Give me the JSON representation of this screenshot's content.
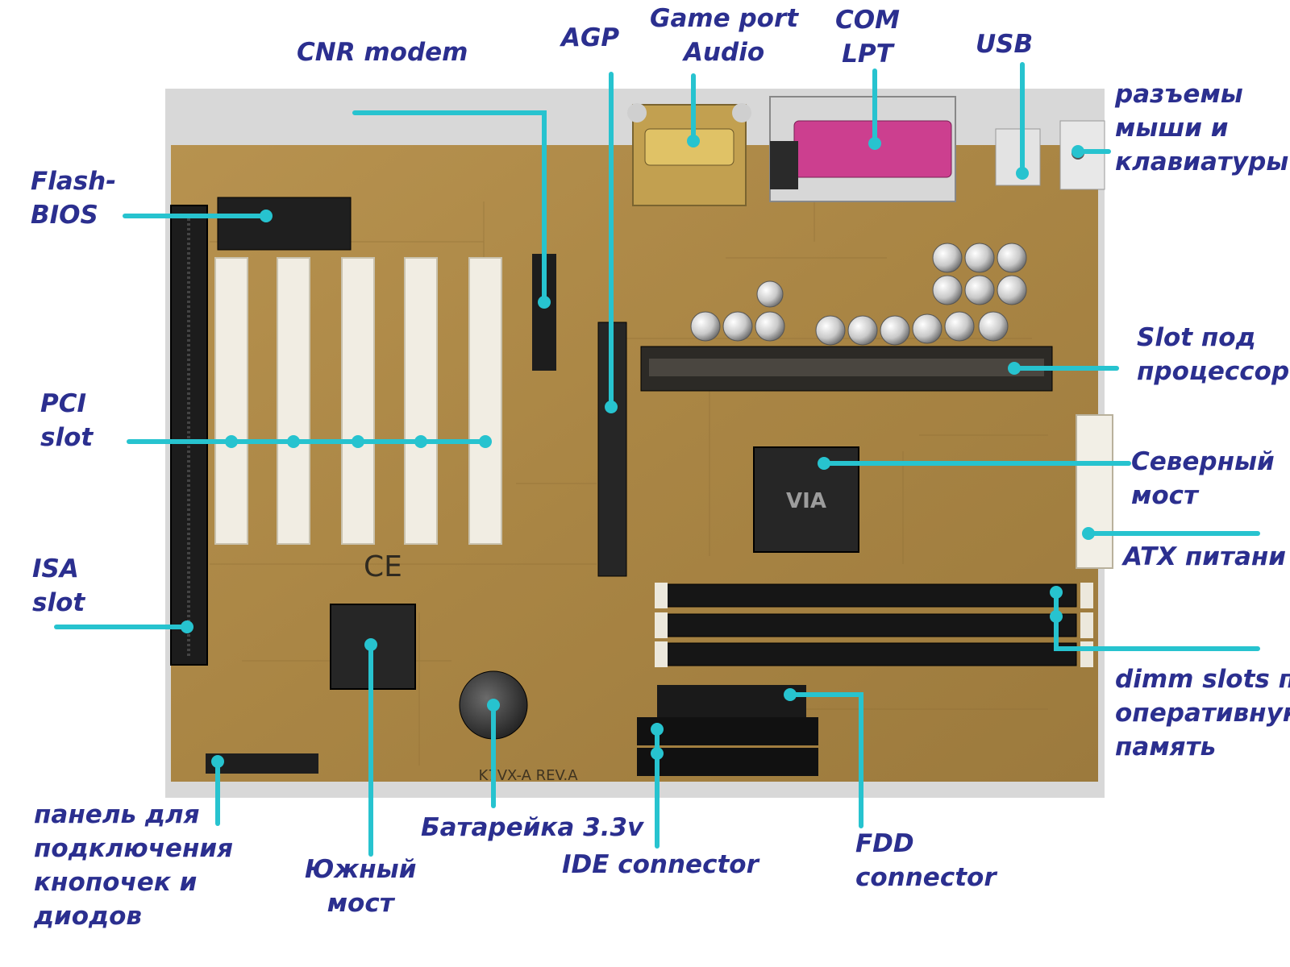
{
  "labels": {
    "cnr_modem": "CNR modem",
    "agp": "AGP",
    "game_port_audio": [
      "Game port",
      "Audio"
    ],
    "com_lpt": [
      "COM",
      "LPT"
    ],
    "usb": "USB",
    "mouse_keyboard": [
      "разъемы",
      "мыши и",
      "клавиатуры"
    ],
    "flash_bios": [
      "Flash-",
      "BIOS"
    ],
    "pci_slot": [
      "PCI",
      "slot"
    ],
    "isa_slot": [
      "ISA",
      "slot"
    ],
    "cpu_slot": [
      "Slot под",
      "процессор"
    ],
    "north_bridge": [
      "Северный",
      "мост"
    ],
    "atx_power": "ATX питани",
    "dimm_slots": [
      "dimm slots по",
      "оперативнук",
      "память"
    ],
    "front_panel": [
      "панель для",
      "подключения",
      "кнопочек и",
      "диодов"
    ],
    "south_bridge": [
      "Южный",
      "мост"
    ],
    "battery": "Батарейка 3.3v",
    "ide_connector": "IDE connector",
    "fdd_connector": [
      "FDD",
      "connector"
    ],
    "board_marking": "K7VX-A REV.A",
    "ce_mark": "CE",
    "chip_brand": "VIA"
  },
  "colors": {
    "leader": "#27c3cf",
    "label_text": "#2b2f8f",
    "pcb": "#b08a48",
    "slot_white": "#f1ede3",
    "slot_black": "#1a1a1a"
  }
}
